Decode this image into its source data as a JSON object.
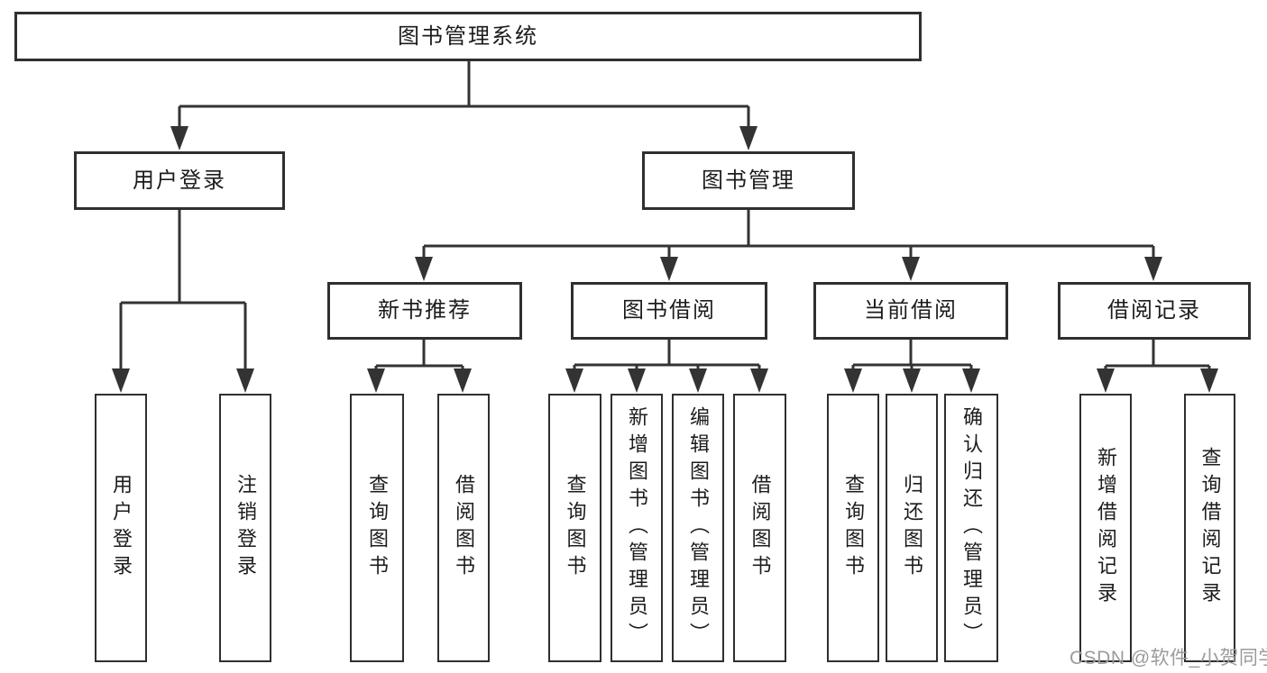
{
  "diagram": {
    "type": "hierarchy-structure-chart",
    "colors": {
      "line": "#333333",
      "box_border": "#2f2f2f",
      "box_fill": "#ffffff",
      "text": "#1c1c1c",
      "background": "#ffffff",
      "watermark": "#9b9b9b"
    }
  },
  "tree": {
    "root": {
      "label": "图书管理系统"
    },
    "branches": [
      {
        "label": "用户登录",
        "children": [
          {
            "label": "用户登录"
          },
          {
            "label": "注销登录"
          }
        ]
      },
      {
        "label": "图书管理",
        "children": [
          {
            "label": "新书推荐",
            "children": [
              {
                "label": "查询图书"
              },
              {
                "label": "借阅图书"
              }
            ]
          },
          {
            "label": "图书借阅",
            "children": [
              {
                "label": "查询图书"
              },
              {
                "label": "新增图书（管理员）"
              },
              {
                "label": "编辑图书（管理员）"
              },
              {
                "label": "借阅图书"
              }
            ]
          },
          {
            "label": "当前借阅",
            "children": [
              {
                "label": "查询图书"
              },
              {
                "label": "归还图书"
              },
              {
                "label": "确认归还（管理员）"
              }
            ]
          },
          {
            "label": "借阅记录",
            "children": [
              {
                "label": "新增借阅记录"
              },
              {
                "label": "查询借阅记录"
              }
            ]
          }
        ]
      }
    ]
  },
  "watermark": {
    "text": "CSDN @软件_小贺同学"
  }
}
